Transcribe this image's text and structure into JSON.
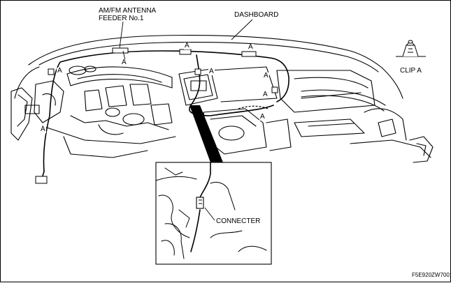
{
  "labels": {
    "antenna_feeder_line1": "AM/FM ANTENNA",
    "antenna_feeder_line2": "FEEDER No.1",
    "dashboard": "DASHBOARD",
    "clip_a": "CLIP A",
    "connecter": "CONNECTER"
  },
  "clip_labels": [
    "A",
    "A",
    "A",
    "A",
    "A",
    "A",
    "A",
    "A",
    "A"
  ],
  "figure_code": "F5E920ZW7001"
}
